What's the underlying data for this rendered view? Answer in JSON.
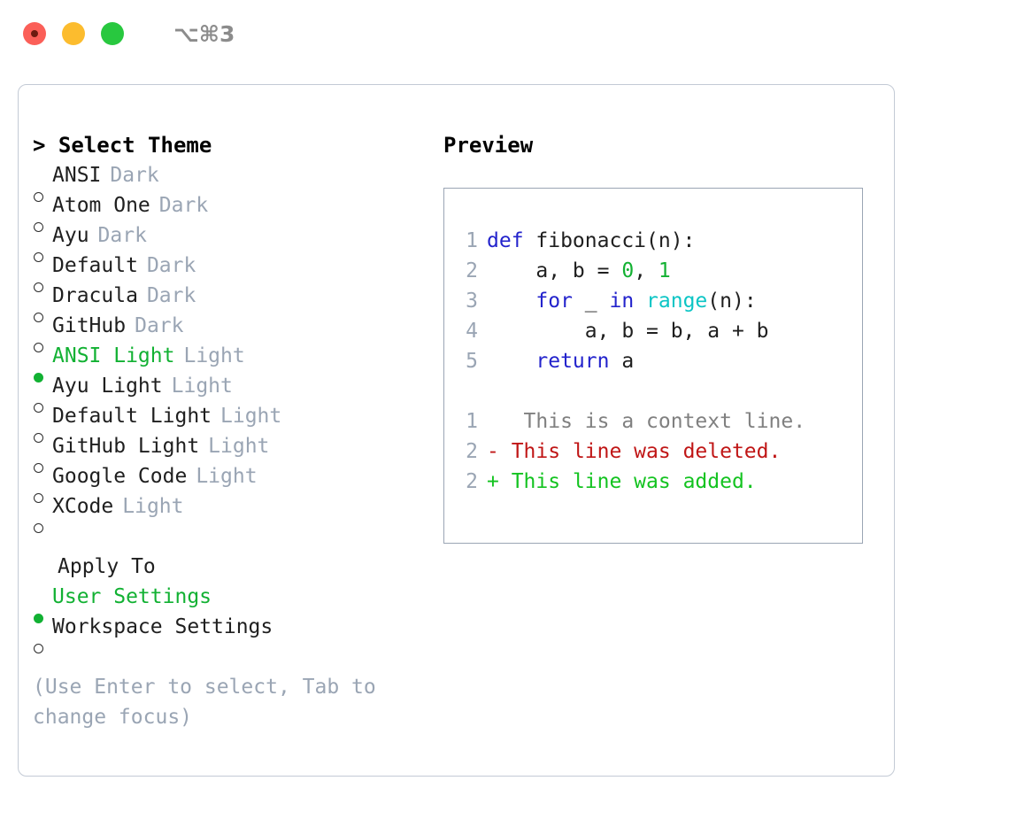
{
  "titlebar": {
    "dots": [
      {
        "name": "close-dot",
        "color": "#fb5f58"
      },
      {
        "name": "minimize-dot",
        "color": "#fcbc2e"
      },
      {
        "name": "maximize-dot",
        "color": "#28c83f"
      }
    ],
    "shortcut": "⌥⌘3"
  },
  "left": {
    "heading": "> Select Theme",
    "themes": [
      {
        "bullet": "○",
        "selected": false,
        "label": "ANSI",
        "tag": "Dark"
      },
      {
        "bullet": "○",
        "selected": false,
        "label": "Atom One",
        "tag": "Dark"
      },
      {
        "bullet": "○",
        "selected": false,
        "label": "Ayu",
        "tag": "Dark"
      },
      {
        "bullet": "○",
        "selected": false,
        "label": "Default",
        "tag": "Dark"
      },
      {
        "bullet": "○",
        "selected": false,
        "label": "Dracula",
        "tag": "Dark"
      },
      {
        "bullet": "○",
        "selected": false,
        "label": "GitHub",
        "tag": "Dark"
      },
      {
        "bullet": "●",
        "selected": true,
        "label": "ANSI Light",
        "tag": "Light"
      },
      {
        "bullet": "○",
        "selected": false,
        "label": "Ayu Light",
        "tag": "Light"
      },
      {
        "bullet": "○",
        "selected": false,
        "label": "Default Light",
        "tag": "Light"
      },
      {
        "bullet": "○",
        "selected": false,
        "label": "GitHub Light",
        "tag": "Light"
      },
      {
        "bullet": "○",
        "selected": false,
        "label": "Google Code",
        "tag": "Light"
      },
      {
        "bullet": "○",
        "selected": false,
        "label": "XCode",
        "tag": "Light"
      }
    ],
    "apply_to": {
      "heading": "Apply To",
      "options": [
        {
          "bullet": "●",
          "selected": true,
          "label": "User Settings"
        },
        {
          "bullet": "○",
          "selected": false,
          "label": "Workspace Settings"
        }
      ]
    },
    "hint": "(Use Enter to select, Tab to change focus)"
  },
  "right": {
    "heading": "Preview",
    "code_lines": [
      {
        "num": "1",
        "tokens": [
          {
            "text": "def",
            "type": "kw"
          },
          {
            "text": " fibonacci(n):",
            "type": "plain"
          }
        ]
      },
      {
        "num": "2",
        "tokens": [
          {
            "text": "    a, b = ",
            "type": "plain"
          },
          {
            "text": "0",
            "type": "num"
          },
          {
            "text": ", ",
            "type": "plain"
          },
          {
            "text": "1",
            "type": "num"
          }
        ]
      },
      {
        "num": "3",
        "tokens": [
          {
            "text": "    ",
            "type": "plain"
          },
          {
            "text": "for",
            "type": "kw"
          },
          {
            "text": " _ ",
            "type": "plain"
          },
          {
            "text": "in",
            "type": "kw"
          },
          {
            "text": " ",
            "type": "plain"
          },
          {
            "text": "range",
            "type": "fn"
          },
          {
            "text": "(n):",
            "type": "plain"
          }
        ]
      },
      {
        "num": "4",
        "tokens": [
          {
            "text": "        a, b = b, a + b",
            "type": "plain"
          }
        ]
      },
      {
        "num": "5",
        "tokens": [
          {
            "text": "    ",
            "type": "plain"
          },
          {
            "text": "return",
            "type": "kw"
          },
          {
            "text": " a",
            "type": "plain"
          }
        ]
      }
    ],
    "diff_lines": [
      {
        "num": "1",
        "marker": " ",
        "text": "  This is a context line.",
        "type": "ctx"
      },
      {
        "num": "2",
        "marker": "-",
        "text": " This line was deleted.",
        "type": "del"
      },
      {
        "num": "2",
        "marker": "+",
        "text": " This line was added.",
        "type": "add"
      }
    ]
  },
  "colors": {
    "accent_green": "#12b133",
    "muted_blue_gray": "#9aa5b4",
    "keyword_blue": "#2323cc",
    "function_cyan": "#0cc5c5",
    "number_green": "#13b132",
    "diff_delete_red": "#c01616",
    "diff_add_green": "#13c320",
    "panel_border": "#c3cad5",
    "preview_border": "#9aa5b4"
  }
}
